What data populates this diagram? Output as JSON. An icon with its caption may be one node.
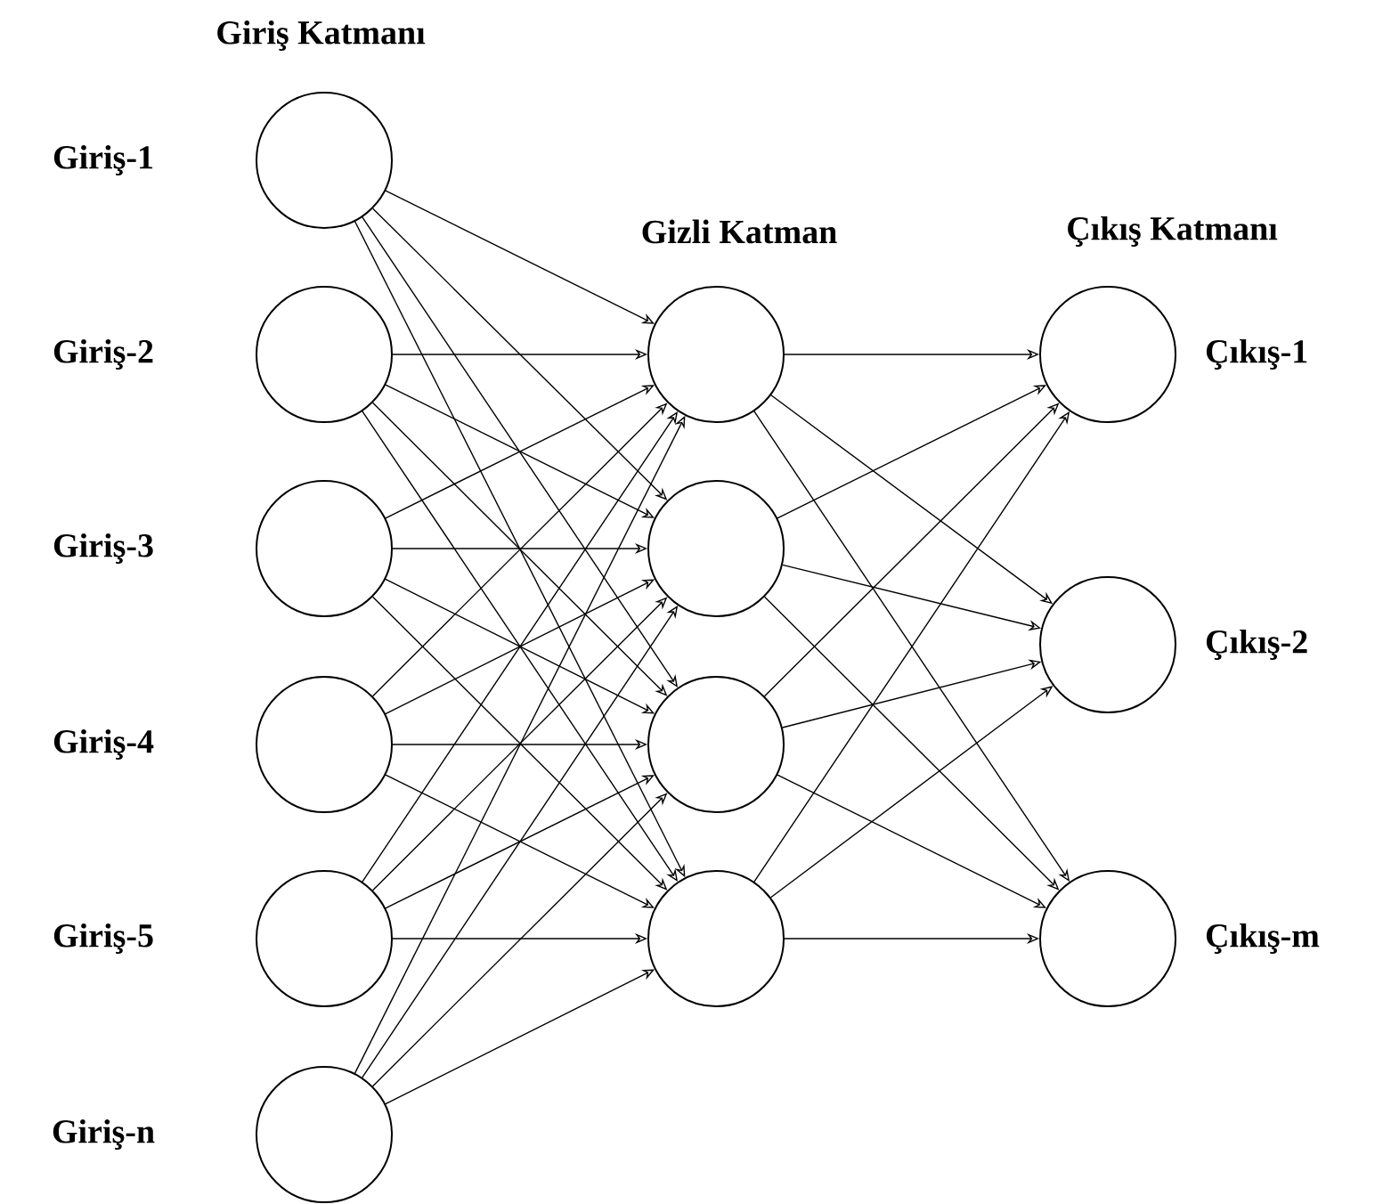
{
  "diagram": {
    "nodes": [
      {
        "text": [],
        "shape": "circle",
        "beside": [
          "Giriş-1"
        ]
      },
      {
        "text": [],
        "shape": "circle",
        "beside": [
          "Giriş-2"
        ]
      },
      {
        "text": [],
        "shape": "circle",
        "beside": [
          "Giriş-3"
        ]
      },
      {
        "text": [],
        "shape": "circle",
        "beside": [
          "Giriş-4"
        ]
      },
      {
        "text": [],
        "shape": "circle",
        "beside": [
          "Giriş-5"
        ]
      },
      {
        "text": [],
        "shape": "circle",
        "beside": [
          "Giriş-n"
        ]
      },
      {
        "text": [],
        "shape": "circle"
      },
      {
        "text": [],
        "shape": "circle"
      },
      {
        "text": [],
        "shape": "circle"
      },
      {
        "text": [],
        "shape": "circle"
      },
      {
        "text": [],
        "shape": "circle",
        "beside": [
          "Çıkış-1"
        ]
      },
      {
        "text": [],
        "shape": "circle",
        "beside": [
          "Çıkış-2"
        ]
      },
      {
        "text": [],
        "shape": "circle",
        "beside": [
          "Çıkış-m"
        ]
      }
    ],
    "edges": [
      {
        "from": 0,
        "to": 6,
        "arrow": "to"
      },
      {
        "from": 0,
        "to": 7,
        "arrow": "to"
      },
      {
        "from": 0,
        "to": 8,
        "arrow": "to"
      },
      {
        "from": 0,
        "to": 9,
        "arrow": "to"
      },
      {
        "from": 1,
        "to": 6,
        "arrow": "to"
      },
      {
        "from": 1,
        "to": 7,
        "arrow": "to"
      },
      {
        "from": 1,
        "to": 8,
        "arrow": "to"
      },
      {
        "from": 1,
        "to": 9,
        "arrow": "to"
      },
      {
        "from": 2,
        "to": 6,
        "arrow": "to"
      },
      {
        "from": 2,
        "to": 7,
        "arrow": "to"
      },
      {
        "from": 2,
        "to": 8,
        "arrow": "to"
      },
      {
        "from": 2,
        "to": 9,
        "arrow": "to"
      },
      {
        "from": 3,
        "to": 6,
        "arrow": "to"
      },
      {
        "from": 3,
        "to": 7,
        "arrow": "to"
      },
      {
        "from": 3,
        "to": 8,
        "arrow": "to"
      },
      {
        "from": 3,
        "to": 9,
        "arrow": "to"
      },
      {
        "from": 4,
        "to": 6,
        "arrow": "to"
      },
      {
        "from": 4,
        "to": 7,
        "arrow": "to"
      },
      {
        "from": 4,
        "to": 8,
        "arrow": "to"
      },
      {
        "from": 4,
        "to": 9,
        "arrow": "to"
      },
      {
        "from": 5,
        "to": 6,
        "arrow": "to"
      },
      {
        "from": 5,
        "to": 7,
        "arrow": "to"
      },
      {
        "from": 5,
        "to": 8,
        "arrow": "to"
      },
      {
        "from": 5,
        "to": 9,
        "arrow": "to"
      },
      {
        "from": 6,
        "to": 10,
        "arrow": "to"
      },
      {
        "from": 6,
        "to": 11,
        "arrow": "to"
      },
      {
        "from": 6,
        "to": 12,
        "arrow": "to"
      },
      {
        "from": 7,
        "to": 10,
        "arrow": "to"
      },
      {
        "from": 7,
        "to": 11,
        "arrow": "to"
      },
      {
        "from": 7,
        "to": 12,
        "arrow": "to"
      },
      {
        "from": 8,
        "to": 10,
        "arrow": "to"
      },
      {
        "from": 8,
        "to": 11,
        "arrow": "to"
      },
      {
        "from": 8,
        "to": 12,
        "arrow": "to"
      },
      {
        "from": 9,
        "to": 10,
        "arrow": "to"
      },
      {
        "from": 9,
        "to": 11,
        "arrow": "to"
      },
      {
        "from": 9,
        "to": 12,
        "arrow": "to"
      }
    ],
    "labels": [
      "Giriş Katmanı",
      "Gizli Katman",
      "Çıkış Katmanı"
    ]
  }
}
